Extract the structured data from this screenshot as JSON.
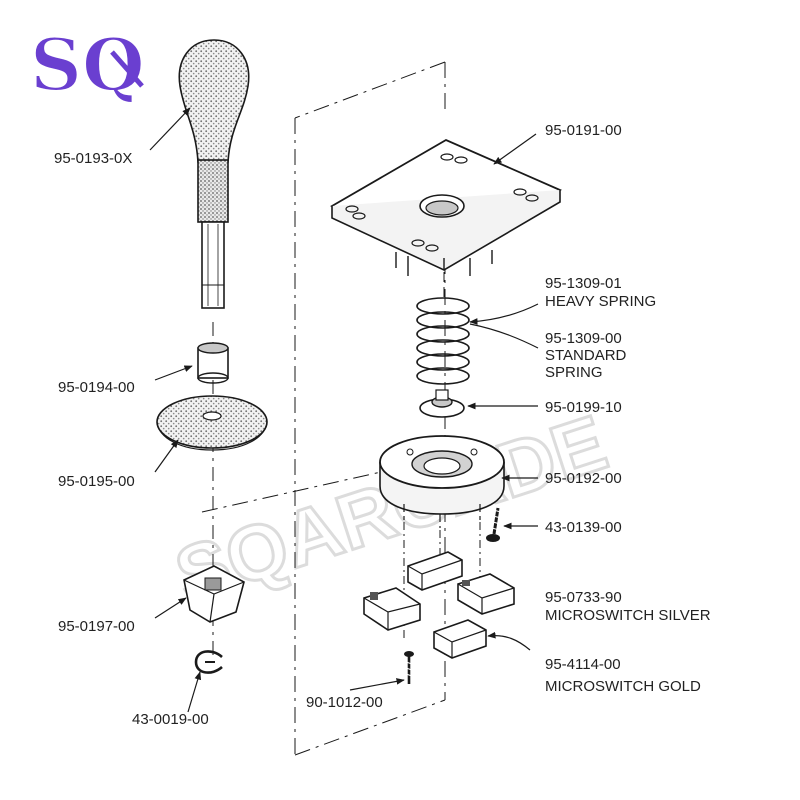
{
  "logo": {
    "text": "SQ",
    "color": "#6a3fd0"
  },
  "watermark": {
    "text": "SQARCADE",
    "color": "#dcdcdc"
  },
  "parts": {
    "p1": "95-0193-0X",
    "p2": "95-0194-00",
    "p3": "95-0195-00",
    "p4": "95-0197-00",
    "p5": "43-0019-00",
    "p6": "95-0191-00",
    "p7": "95-1309-01",
    "p7b": "HEAVY SPRING",
    "p8": "95-1309-00",
    "p8b": "STANDARD",
    "p8c": "SPRING",
    "p9": "95-0199-10",
    "p10": "95-0192-00",
    "p11": "43-0139-00",
    "p12": "95-0733-90",
    "p12b": "MICROSWITCH SILVER",
    "p13": "95-4114-00",
    "p13b": "MICROSWITCH GOLD",
    "p14": "90-1012-00"
  },
  "colors": {
    "line": "#1a1a1a",
    "shade": "#b8b8b8",
    "stipple": "#7a7a7a"
  }
}
